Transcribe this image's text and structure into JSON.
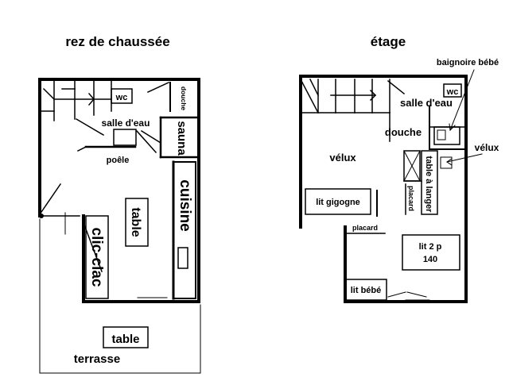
{
  "ground_floor": {
    "title": "rez de chaussée",
    "rooms": {
      "wc": "wc",
      "douche": "douche",
      "salle_deau": "salle d'eau",
      "sauna": "sauna",
      "poele": "poêle",
      "cuisine": "cuisine",
      "table": "table",
      "clic_clac": "clic-clac"
    }
  },
  "terrace": {
    "label": "terrasse",
    "table": "table"
  },
  "upper_floor": {
    "title": "étage",
    "rooms": {
      "baignoire_bebe": "baignoire bébé",
      "wc": "wc",
      "salle_deau": "salle d'eau",
      "douche": "douche",
      "velux_left": "vélux",
      "velux_right": "vélux",
      "table_a_langer": "table à langer",
      "placard_vertical": "placard",
      "lit_gigogne": "lit gigogne",
      "placard": "placard",
      "lit_2p": "lit 2 p",
      "lit_2p_size": "140",
      "lit_bebe": "lit bébé"
    }
  }
}
